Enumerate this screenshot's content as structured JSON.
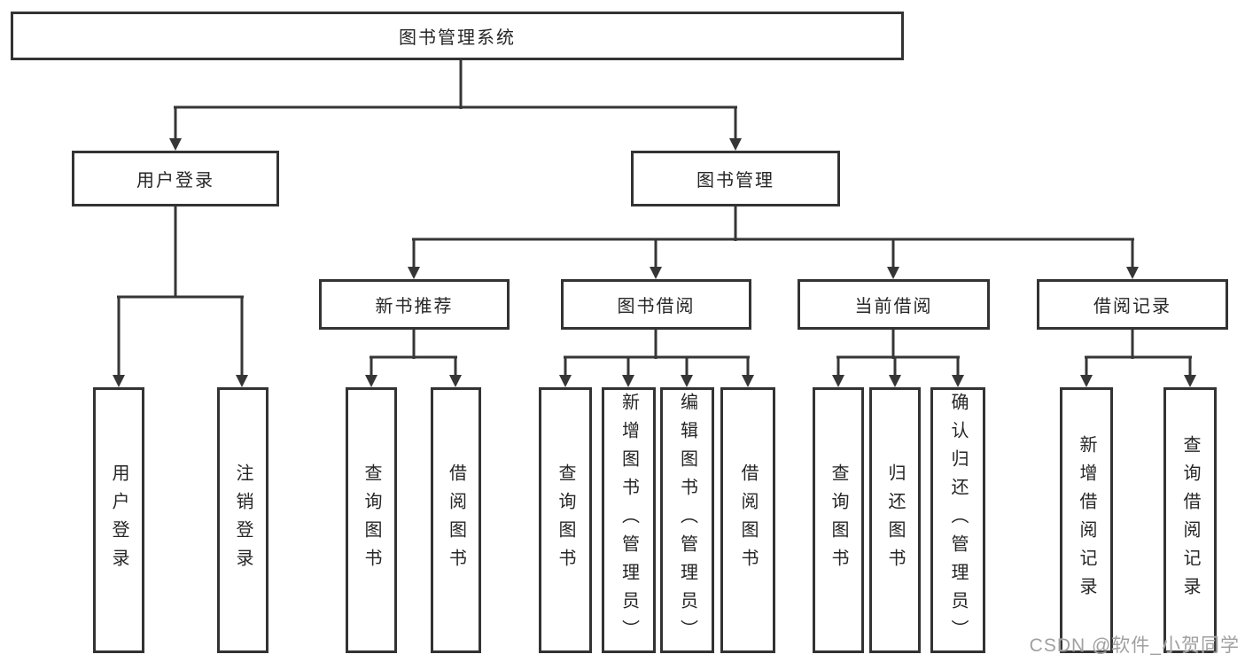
{
  "diagram": {
    "root": {
      "label": "图书管理系统"
    },
    "branches": [
      {
        "label": "用户登录",
        "children": [
          {
            "label": "用户登录"
          },
          {
            "label": "注销登录"
          }
        ]
      },
      {
        "label": "图书管理",
        "children": [
          {
            "label": "新书推荐",
            "children": [
              {
                "label": "查询图书"
              },
              {
                "label": "借阅图书"
              }
            ]
          },
          {
            "label": "图书借阅",
            "children": [
              {
                "label": "查询图书"
              },
              {
                "label": "新增图书（管理员）"
              },
              {
                "label": "编辑图书（管理员）"
              },
              {
                "label": "借阅图书"
              }
            ]
          },
          {
            "label": "当前借阅",
            "children": [
              {
                "label": "查询图书"
              },
              {
                "label": "归还图书"
              },
              {
                "label": "确认归还（管理员）"
              }
            ]
          },
          {
            "label": "借阅记录",
            "children": [
              {
                "label": "新增借阅记录"
              },
              {
                "label": "查询借阅记录"
              }
            ]
          }
        ]
      }
    ]
  },
  "watermark": {
    "text": "CSDN @软件_小贺同学"
  },
  "colors": {
    "line": "#363636",
    "box_border": "#333333",
    "text": "#262626",
    "watermark_text": "#a0a0a0",
    "background": "#ffffff"
  }
}
